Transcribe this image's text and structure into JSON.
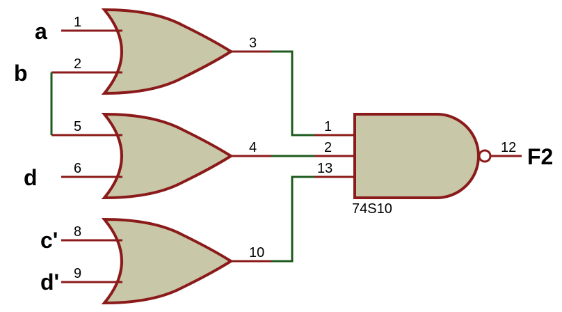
{
  "colors": {
    "gate_fill": "#c8c8a8",
    "gate_outline": "#8b1a1a",
    "pin_line": "#8b1a1a",
    "wire": "#1e5a1e",
    "text": "#000000",
    "background": "#ffffff"
  },
  "inputs": {
    "a": "a",
    "b": "b",
    "d": "d",
    "c_prime": "c'",
    "d_prime": "d'"
  },
  "output": "F2",
  "part_number": "74S10",
  "pins": {
    "or1_in1": "1",
    "or1_in2": "2",
    "or1_out": "3",
    "or2_in1": "5",
    "or2_in2": "6",
    "or2_out": "4",
    "or3_in1": "8",
    "or3_in2": "9",
    "or3_out": "10",
    "nand_in1": "1",
    "nand_in2": "2",
    "nand_in3": "13",
    "nand_out": "12"
  }
}
